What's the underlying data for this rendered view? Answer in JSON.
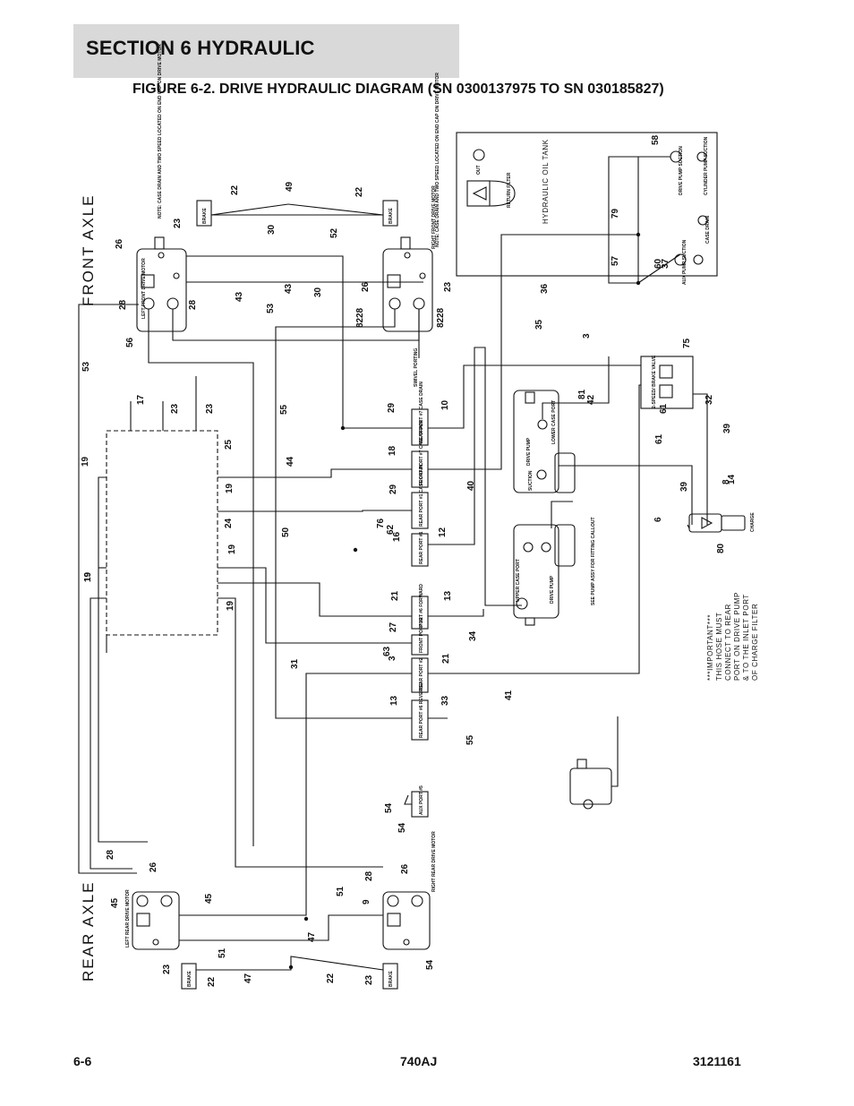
{
  "header": {
    "section": "SECTION 6   HYDRAULIC",
    "figure_title": "FIGURE 6-2. DRIVE HYDRAULIC DIAGRAM (SN 0300137975 TO SN 030185827)"
  },
  "labels": {
    "front_axle": "FRONT AXLE",
    "rear_axle": "REAR AXLE",
    "hydraulic_oil_tank": "HYDRAULIC OIL TANK",
    "return_filter": "RETURN FILTER",
    "out": "OUT",
    "drive_pump_suction": "DRIVE PUMP SUCTION",
    "cylinder_pump_suction": "CYLINDER PUMP SUCTION",
    "case_drain": "CASE DRAIN",
    "aux_pump_suction": "AUX PUMP SUCTION",
    "two_speed_brake_valve": "2-SPEED/ BRAKE VALVE",
    "drive_pump": "DRIVE PUMP",
    "suction": "SUCTION",
    "lower_case_port": "LOWER CASE PORT",
    "upper_case_port": "UPPER CASE PORT",
    "see_pump_assy": "SEE PUMP ASSY FOR FITTING CALLOUT",
    "charge": "CHARGE",
    "left_front_motor": "LEFT FRONT DRIVE MOTOR",
    "right_front_motor": "RIGHT FRONT DRIVE MOTOR",
    "left_rear_motor": "LEFT REAR DRIVE MOTOR",
    "right_rear_motor": "RIGHT REAR DRIVE MOTOR",
    "brake": "BRAKE",
    "swivel_porting": "SWIVEL PORTING",
    "note_left": "NOTE: CASE DRAIN AND TWO SPEED LOCATED ON END CAP ON DRIVE MOTOR",
    "note_right": "NOTE: CASE DRAIN AND TWO SPEED LOCATED ON END CAP ON DRIVE MOTOR",
    "important": [
      "***IMPORTANT***",
      "THIS HOSE MUST",
      "CONNECT TO REAR",
      "PORT ON DRIVE PUMP",
      "& TO THE INLET PORT",
      "OF CHARGE FILTER"
    ],
    "swivel_ports": [
      "REAR PORT #7 CASE DRAIN",
      "FRONT PORT #7 CASE DRAIN",
      "REAR PORT #1 CASE DRAIN",
      "REAR PORT #1",
      "PORT #6 FORWARD",
      "FRONT PORT #2",
      "REAR PORT #2",
      "REAR PORT #6 REVERSE",
      "AUX PORT #5"
    ]
  },
  "callouts": [
    "22",
    "49",
    "22",
    "23",
    "26",
    "28",
    "28",
    "43",
    "30",
    "43",
    "52",
    "30",
    "26",
    "28",
    "82",
    "28",
    "82",
    "23",
    "53",
    "56",
    "53",
    "55",
    "44",
    "50",
    "19",
    "17",
    "23",
    "23",
    "25",
    "19",
    "24",
    "19",
    "19",
    "19",
    "19",
    "29",
    "10",
    "18",
    "29",
    "16",
    "76",
    "62",
    "12",
    "21",
    "13",
    "27",
    "63",
    "3",
    "21",
    "13",
    "33",
    "40",
    "34",
    "41",
    "55",
    "31",
    "54",
    "54",
    "28",
    "26",
    "45",
    "45",
    "51",
    "51",
    "47",
    "47",
    "22",
    "22",
    "23",
    "23",
    "54",
    "28",
    "26",
    "9",
    "58",
    "79",
    "57",
    "60",
    "37",
    "36",
    "35",
    "3",
    "81",
    "42",
    "61",
    "61",
    "75",
    "32",
    "39",
    "39",
    "6",
    "8",
    "14",
    "80"
  ],
  "footer": {
    "page": "6-6",
    "model": "740AJ",
    "doc_number": "3121161"
  }
}
